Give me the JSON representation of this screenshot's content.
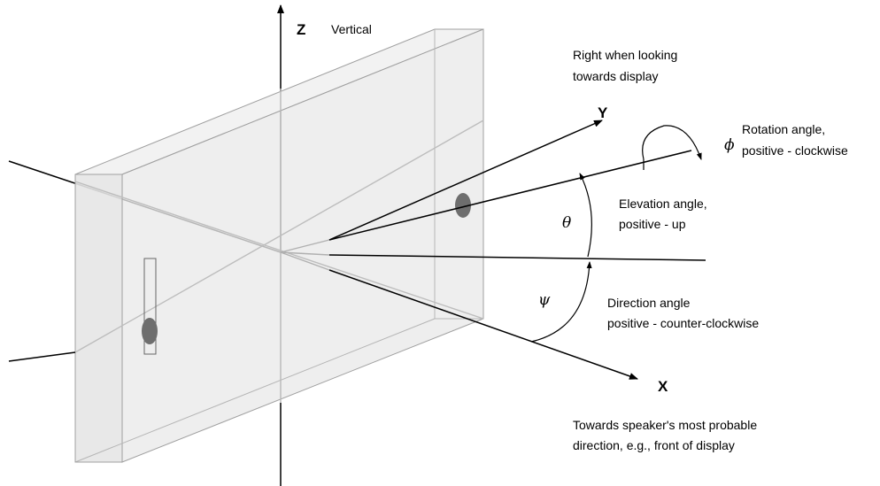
{
  "axes": {
    "z": {
      "letter": "Z",
      "label": "Vertical"
    },
    "y": {
      "letter": "Y",
      "label_lines": [
        "Right when looking",
        "towards display"
      ]
    },
    "x": {
      "letter": "X",
      "label_lines": [
        "Towards speaker's most probable",
        "direction, e.g., front of display"
      ]
    }
  },
  "angles": {
    "rotation": {
      "symbol": "ϕ",
      "label_lines": [
        "Rotation angle,",
        "positive - clockwise"
      ]
    },
    "elevation": {
      "symbol": "θ",
      "label_lines": [
        "Elevation angle,",
        "positive - up"
      ]
    },
    "direction": {
      "symbol": "ψ",
      "label_lines": [
        "Direction angle",
        "positive - counter-clockwise"
      ]
    }
  },
  "colors": {
    "line": "#000000",
    "panel_fill": "#ebebeb",
    "panel_stroke": "#9a9a9a",
    "mic_fill": "#6e6e6e"
  }
}
